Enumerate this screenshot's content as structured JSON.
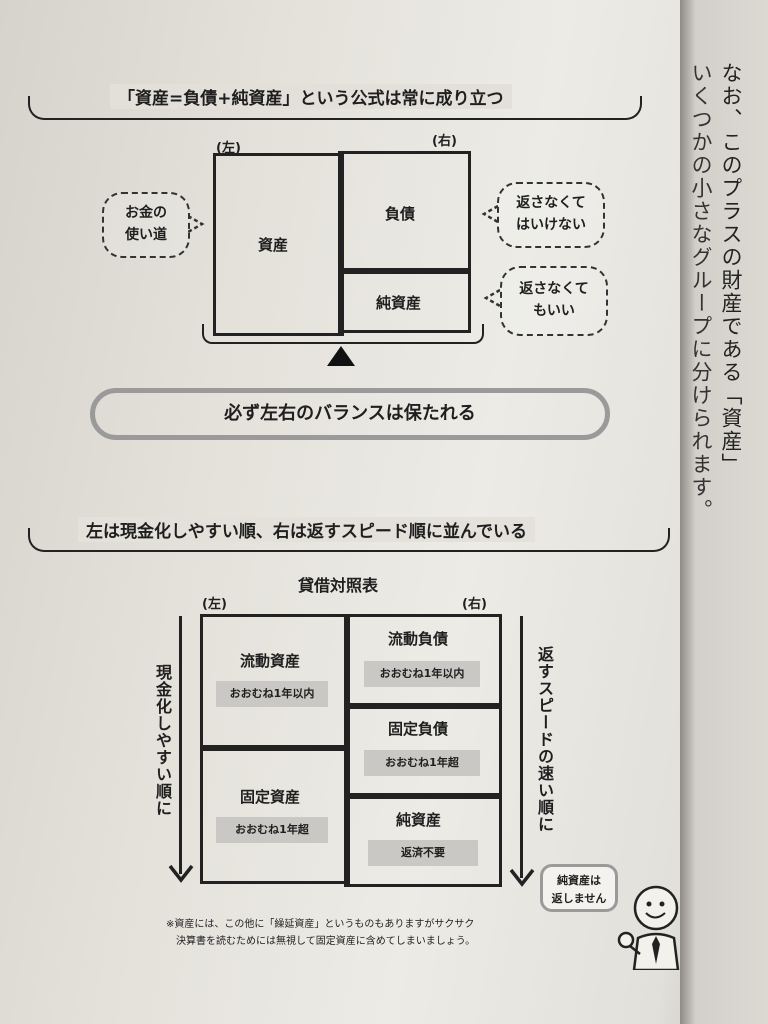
{
  "section1": {
    "heading": "「資産=負債+純資産」という公式は常に成り立つ",
    "left_marker": "(左)",
    "right_marker": "(右)",
    "assets": "資産",
    "liabilities": "負債",
    "net_assets": "純資産",
    "bubble_left": [
      "お金の",
      "使い道"
    ],
    "bubble_right_top": [
      "返さなくて",
      "はいけない"
    ],
    "bubble_right_bottom": [
      "返さなくて",
      "もいい"
    ],
    "balance_pill": "必ず左右のバランスは保たれる"
  },
  "section2": {
    "heading": "左は現金化しやすい順、右は返すスピード順に並んでいる",
    "table_title": "貸借対照表",
    "left_marker": "(左)",
    "right_marker": "(右)",
    "left_arrow_label": "現金化しやすい順に",
    "right_arrow_label": "返すスピードの速い順に",
    "current_assets": "流動資産",
    "current_assets_tag": "おおむね1年以内",
    "fixed_assets": "固定資産",
    "fixed_assets_tag": "おおむね1年超",
    "current_liabilities": "流動負債",
    "current_liabilities_tag": "おおむね1年以内",
    "fixed_liabilities": "固定負債",
    "fixed_liabilities_tag": "おおむね1年超",
    "net_assets": "純資産",
    "net_assets_tag": "返済不要",
    "speech": [
      "純資産は",
      "返しません"
    ],
    "note_lines": [
      "※資産には、この他に「繰延資産」というものもありますがサクサク",
      "決算書を読むためには無視して固定資産に含めてしまいましょう。"
    ]
  },
  "right_page": {
    "col1": "なお、このプラスの財産である「資産」",
    "col2": "いくつかの小さなグループに分けられます。"
  }
}
